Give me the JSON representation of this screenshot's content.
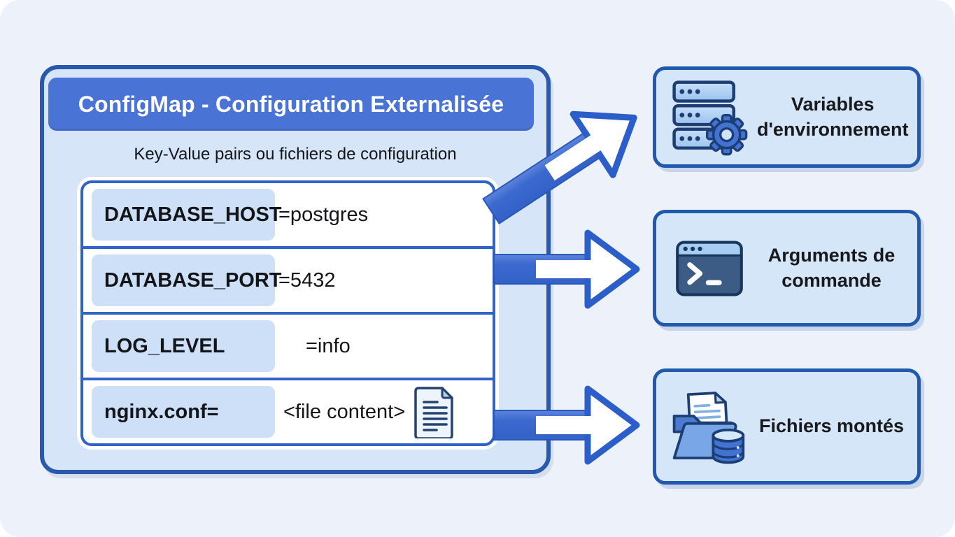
{
  "diagram": {
    "title": "ConfigMap - Configuration Externalisée",
    "subtitle": "Key-Value pairs ou fichiers de configuration",
    "rows": [
      {
        "key": "DATABASE_HOST",
        "value": "=postgres"
      },
      {
        "key": "DATABASE_PORT",
        "value": "=5432"
      },
      {
        "key": "LOG_LEVEL",
        "value": "=info"
      },
      {
        "key": "nginx.conf=",
        "value": "<file content>"
      }
    ],
    "targets": [
      {
        "label": "Variables d'environnement",
        "icon": "server-gear-icon"
      },
      {
        "label": "Arguments de commande",
        "icon": "terminal-icon"
      },
      {
        "label": "Fichiers montés",
        "icon": "folder-files-icon"
      }
    ],
    "colors": {
      "background": "#edf2fa",
      "card_fill": "#d6e5f8",
      "card_border": "#2a58ac",
      "banner_fill": "#4a73d6",
      "banner_text": "#ffffff",
      "row_box_border": "#2f63c8",
      "key_chip_fill": "#cde0f8",
      "arrow_shaft": "#3c69ce",
      "arrow_head_fill": "#ffffff",
      "arrow_head_border": "#2b5ec8",
      "target_card_fill": "#d5e6f9",
      "target_card_border": "#2059ae",
      "text_dark": "#141519"
    }
  }
}
